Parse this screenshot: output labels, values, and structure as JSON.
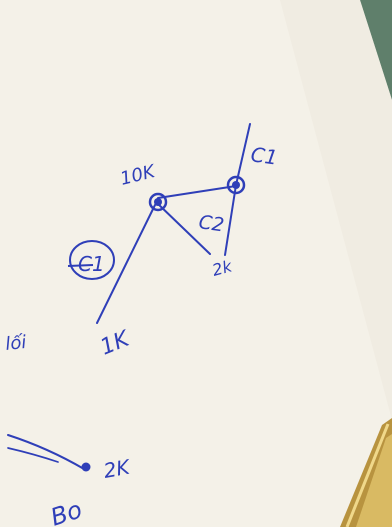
{
  "photo": {
    "description_visible": "handwritten sketch on paper",
    "labels": {
      "c1": "C1",
      "c2": "C2",
      "c_circled": "C1",
      "r_10k": "10K",
      "r_2k_mid": "2k",
      "r_1k": "1K",
      "r_2k_bottom": "2K",
      "fragment_left": "lối",
      "fragment_bottom": "Bo"
    },
    "colors": {
      "paper": "#f4f1e8",
      "ink": "#2f3fb8",
      "pen_gold": "#c9a84a",
      "background_green": "#5f7f6b"
    },
    "objects": [
      "paper-sheet",
      "gold-pen",
      "green-surface"
    ]
  }
}
